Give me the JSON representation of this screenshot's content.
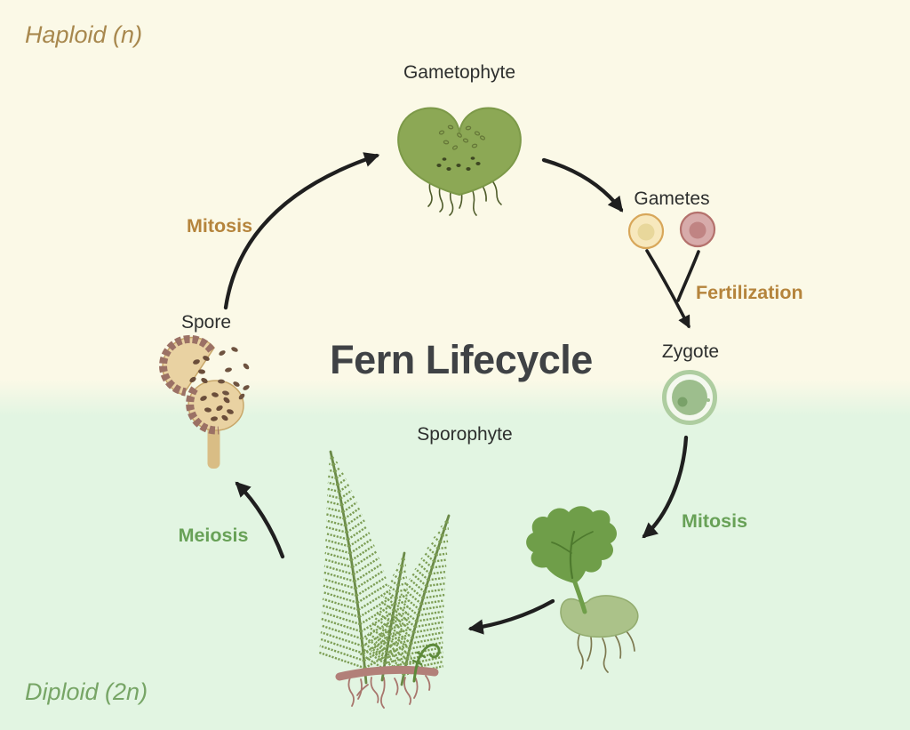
{
  "title": "Fern Lifecycle",
  "phases": {
    "haploid": "Haploid (n)",
    "diploid": "Diploid (2n)"
  },
  "stages": {
    "gametophyte": "Gametophyte",
    "gametes": "Gametes",
    "zygote": "Zygote",
    "sporophyte": "Sporophyte",
    "spore": "Spore"
  },
  "processes": {
    "mitosis_haploid": "Mitosis",
    "fertilization": "Fertilization",
    "mitosis_diploid": "Mitosis",
    "meiosis": "Meiosis"
  },
  "illustrations": {
    "gametophyte": "heart-shaped-gametophyte-illustration",
    "gametes": "egg-and-sperm-cell-illustration",
    "zygote": "zygote-cell-illustration",
    "young_sporophyte": "young-sporophyte-on-gametophyte-illustration",
    "fern": "adult-fern-with-rhizome-illustration",
    "sporangium": "sporangium-releasing-spores-illustration"
  },
  "colors": {
    "background_top": "#fbf9e7",
    "background_bottom": "#e2f5e2",
    "haploid_text": "#a8884e",
    "diploid_text": "#77a566",
    "process_brown": "#b5843c",
    "process_green": "#68a157",
    "title_text": "#3f4245",
    "stage_text": "#2d2f2e",
    "arrow": "#1f1f1f",
    "gametophyte_green": "#8ca855",
    "fern_green": "#7d9e55",
    "rhizome_rose": "#b28079",
    "gamete_yellow": "#f7e8bd",
    "gamete_pink": "#d7abaa",
    "zygote_green": "#9dbe8d",
    "sporangium_tan": "#e9d2a2",
    "spore_brown": "#6e5340"
  }
}
